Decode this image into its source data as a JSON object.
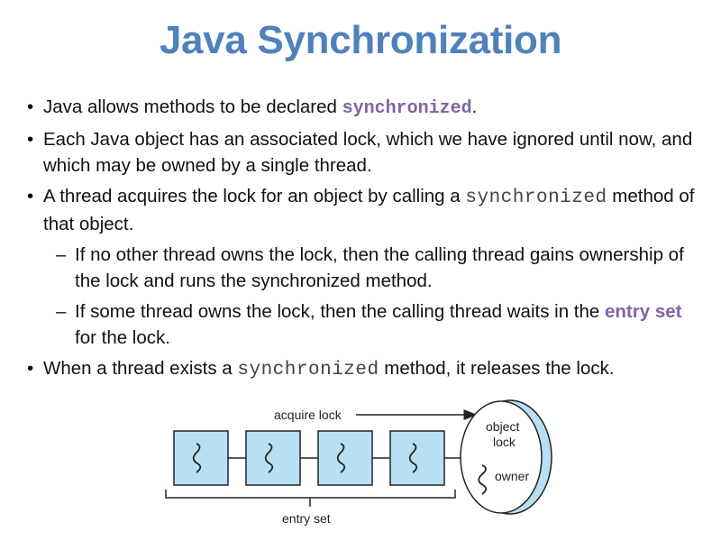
{
  "slide": {
    "title": "Java Synchronization",
    "b1": {
      "before": "Java allows methods to be declared ",
      "code": "synchronized",
      "after": "."
    },
    "b2": {
      "text": "Each Java object has an associated lock, which we have ignored until now, and which may be owned by a single thread."
    },
    "b3": {
      "before": "A thread acquires the lock for an object by calling a ",
      "code": "synchronized",
      "after": " method of that object."
    },
    "s1": {
      "text": "If no other thread owns the lock, then the calling thread gains ownership of the lock and runs the synchronized method."
    },
    "s2": {
      "before": "If some thread owns the lock, then the calling thread waits in the ",
      "highlight": "entry set",
      "after": " for the lock."
    },
    "b4": {
      "before": "When a thread exists a ",
      "code": "synchronized",
      "after": " method, it releases the lock."
    }
  },
  "diagram": {
    "acquire_label": "acquire lock",
    "object_label_1": "object",
    "object_label_2": "lock",
    "owner_label": "owner",
    "entry_set_label": "entry set",
    "box_fill": "#b8e0f5"
  }
}
